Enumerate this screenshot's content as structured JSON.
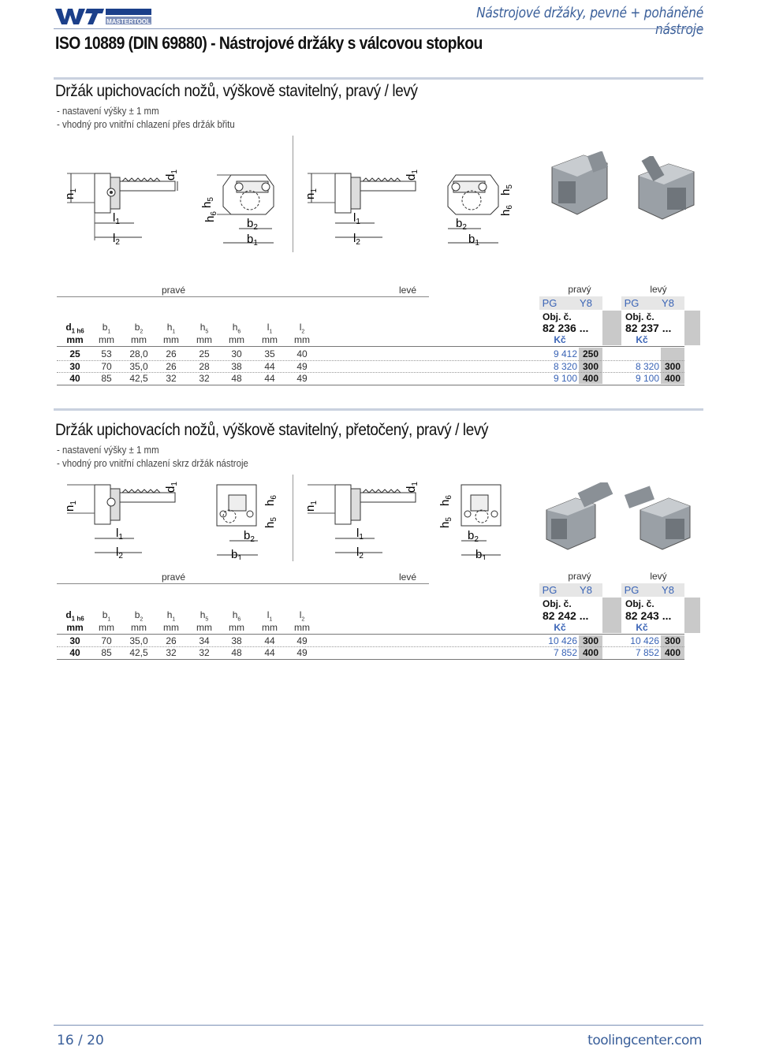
{
  "header": {
    "logo_text": "MASTERTOOL",
    "category": "Nástrojové držáky, pevné + poháněné nástroje",
    "title": "ISO 10889 (DIN 69880) - Nástrojové držáky s válcovou stopkou"
  },
  "section1": {
    "title": "Držák upichovacích nožů, výškově stavitelný, pravý / levý",
    "bullets": [
      "-  nastavení výšky ± 1 mm",
      "-  vhodný pro vnitřní chlazení přes držák břitu"
    ],
    "labels": {
      "right": "pravé",
      "left": "levé"
    },
    "dims": {
      "h1": "h",
      "h1s": "1",
      "d1": "d",
      "d1s": "1",
      "h5": "h",
      "h5s": "5",
      "h6": "h",
      "h6s": "6",
      "l1": "l",
      "l1s": "1",
      "l2": "l",
      "l2s": "2",
      "b1": "b",
      "b1s": "1",
      "b2": "b",
      "b2s": "2"
    },
    "table": {
      "columns": [
        {
          "main": "d",
          "sub": "1 h6"
        },
        {
          "main": "b",
          "sub": "1"
        },
        {
          "main": "b",
          "sub": "2"
        },
        {
          "main": "h",
          "sub": "1"
        },
        {
          "main": "h",
          "sub": "5"
        },
        {
          "main": "h",
          "sub": "6"
        },
        {
          "main": "l",
          "sub": "1"
        },
        {
          "main": "l",
          "sub": "2"
        }
      ],
      "units": [
        "mm",
        "mm",
        "mm",
        "mm",
        "mm",
        "mm",
        "mm",
        "mm"
      ],
      "rows": [
        [
          "25",
          "53",
          "28,0",
          "26",
          "25",
          "30",
          "35",
          "40"
        ],
        [
          "30",
          "70",
          "35,0",
          "26",
          "28",
          "38",
          "44",
          "49"
        ],
        [
          "40",
          "85",
          "42,5",
          "32",
          "32",
          "48",
          "44",
          "49"
        ]
      ],
      "right": {
        "side": "pravý",
        "pg": "PG",
        "y8": "Y8",
        "obj": "Obj. č.",
        "order": "82 236 ...",
        "currency": "Kč",
        "rows": [
          [
            "9 412",
            "250"
          ],
          [
            "8 320",
            "300"
          ],
          [
            "9 100",
            "400"
          ]
        ]
      },
      "left": {
        "side": "levý",
        "pg": "PG",
        "y8": "Y8",
        "obj": "Obj. č.",
        "order": "82 237 ...",
        "currency": "Kč",
        "rows": [
          [
            "",
            ""
          ],
          [
            "8 320",
            "300"
          ],
          [
            "9 100",
            "400"
          ]
        ]
      }
    }
  },
  "section2": {
    "title": "Držák upichovacích nožů, výškově stavitelný, přetočený, pravý / levý",
    "bullets": [
      "-  nastavení výšky ± 1 mm",
      "-  vhodný pro vnitřní chlazení skrz držák nástroje"
    ],
    "labels": {
      "right": "pravé",
      "left": "levé"
    },
    "table": {
      "columns": [
        {
          "main": "d",
          "sub": "1 h6"
        },
        {
          "main": "b",
          "sub": "1"
        },
        {
          "main": "b",
          "sub": "2"
        },
        {
          "main": "h",
          "sub": "1"
        },
        {
          "main": "h",
          "sub": "5"
        },
        {
          "main": "h",
          "sub": "6"
        },
        {
          "main": "l",
          "sub": "1"
        },
        {
          "main": "l",
          "sub": "2"
        }
      ],
      "units": [
        "mm",
        "mm",
        "mm",
        "mm",
        "mm",
        "mm",
        "mm",
        "mm"
      ],
      "rows": [
        [
          "30",
          "70",
          "35,0",
          "26",
          "34",
          "38",
          "44",
          "49"
        ],
        [
          "40",
          "85",
          "42,5",
          "32",
          "32",
          "48",
          "44",
          "49"
        ]
      ],
      "right": {
        "side": "pravý",
        "pg": "PG",
        "y8": "Y8",
        "obj": "Obj. č.",
        "order": "82 242 ...",
        "currency": "Kč",
        "rows": [
          [
            "10 426",
            "300"
          ],
          [
            "7 852",
            "400"
          ]
        ]
      },
      "left": {
        "side": "levý",
        "pg": "PG",
        "y8": "Y8",
        "obj": "Obj. č.",
        "order": "82 243 ...",
        "currency": "Kč",
        "rows": [
          [
            "10 426",
            "300"
          ],
          [
            "7 852",
            "400"
          ]
        ]
      }
    }
  },
  "footer": {
    "page": "16 / 20",
    "site": "toolingcenter.com"
  }
}
